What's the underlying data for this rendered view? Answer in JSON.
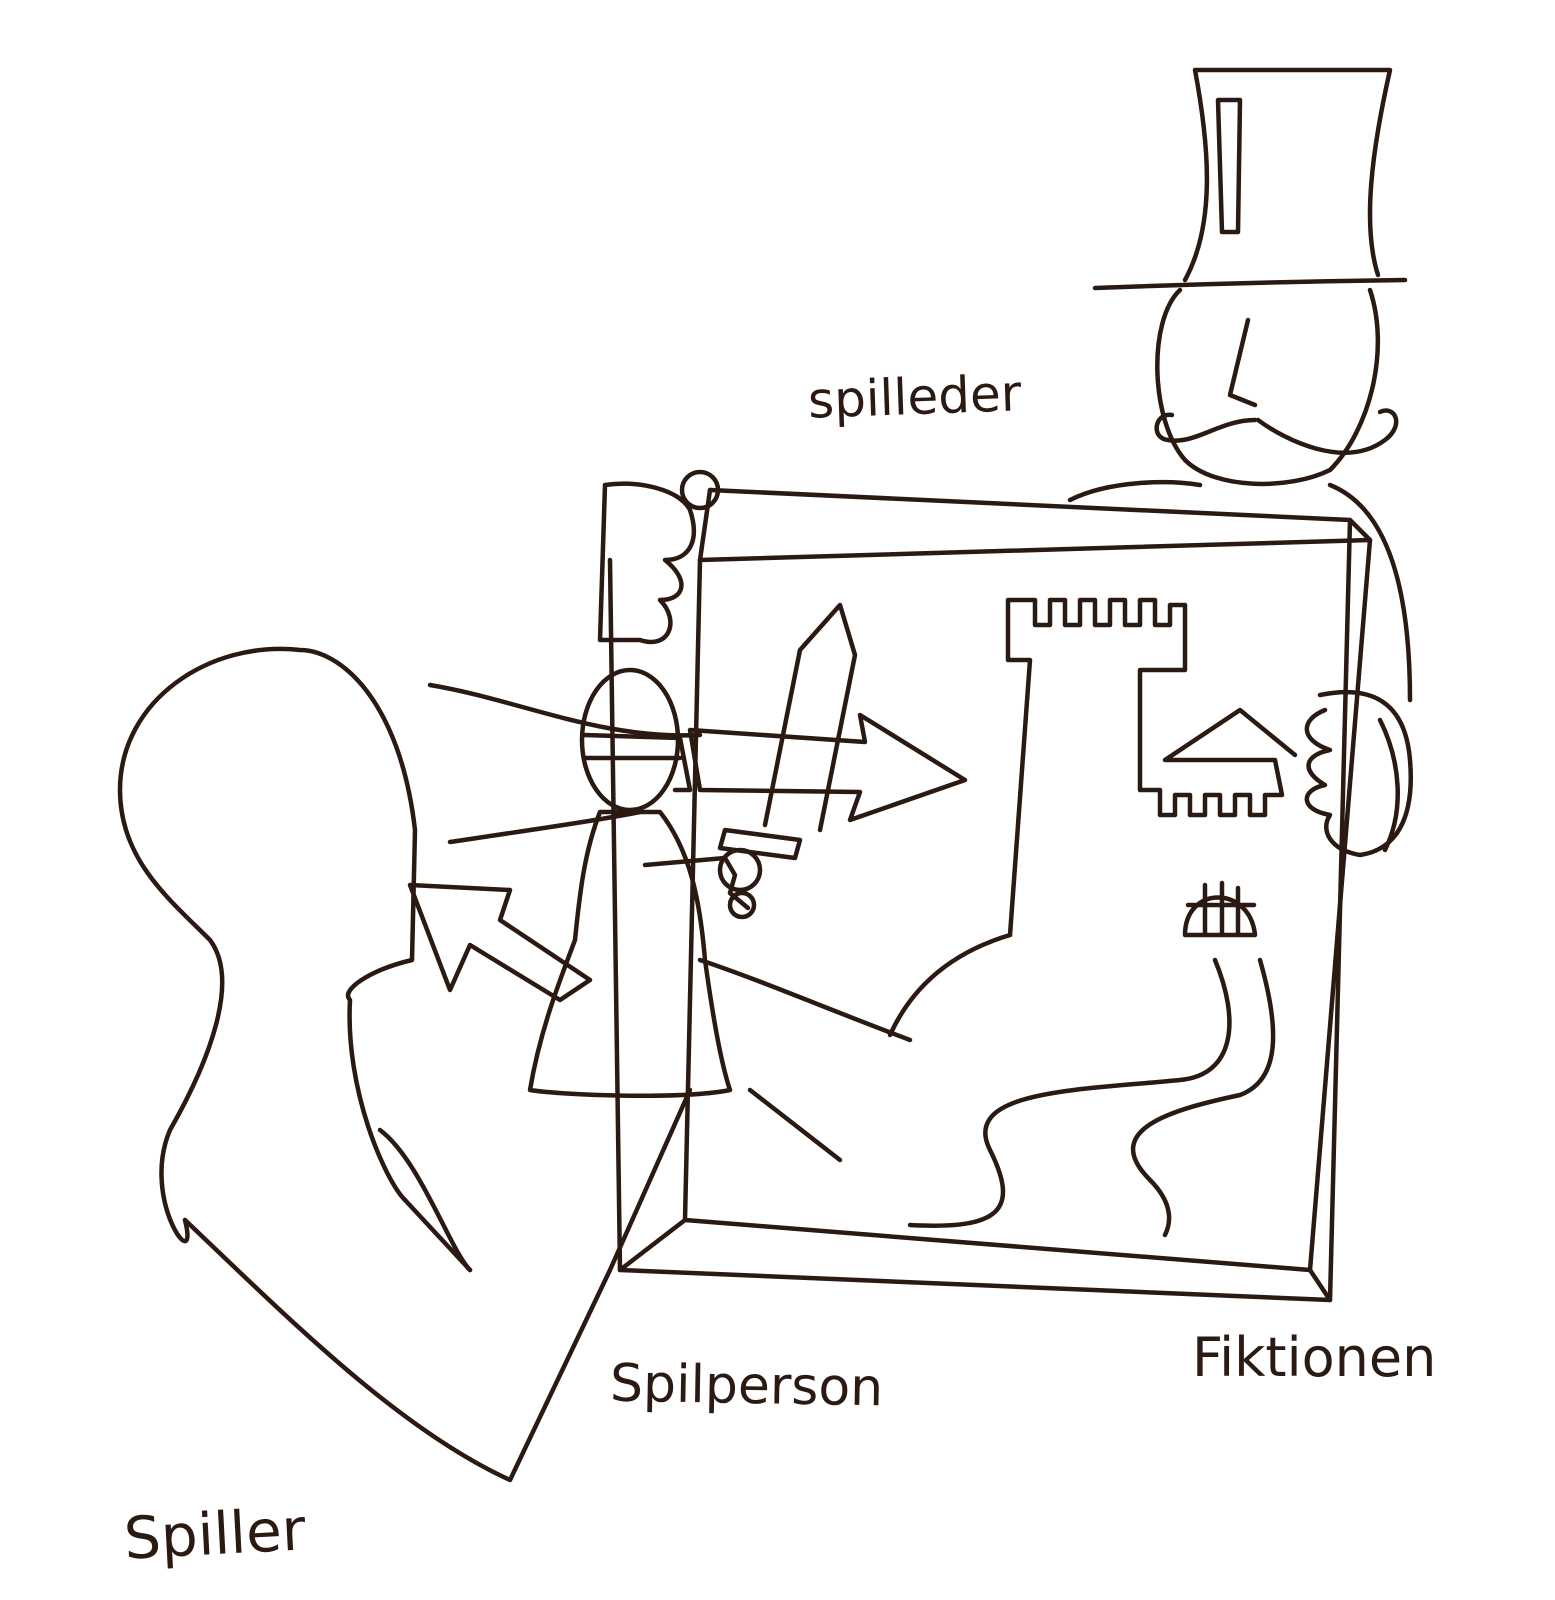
{
  "labels": {
    "game_master": "spilleder",
    "character": "Spilperson",
    "fiction": "Fiktionen",
    "player": "Spiller"
  },
  "colors": {
    "ink": "#2b1a12",
    "paper": "#ffffff"
  }
}
